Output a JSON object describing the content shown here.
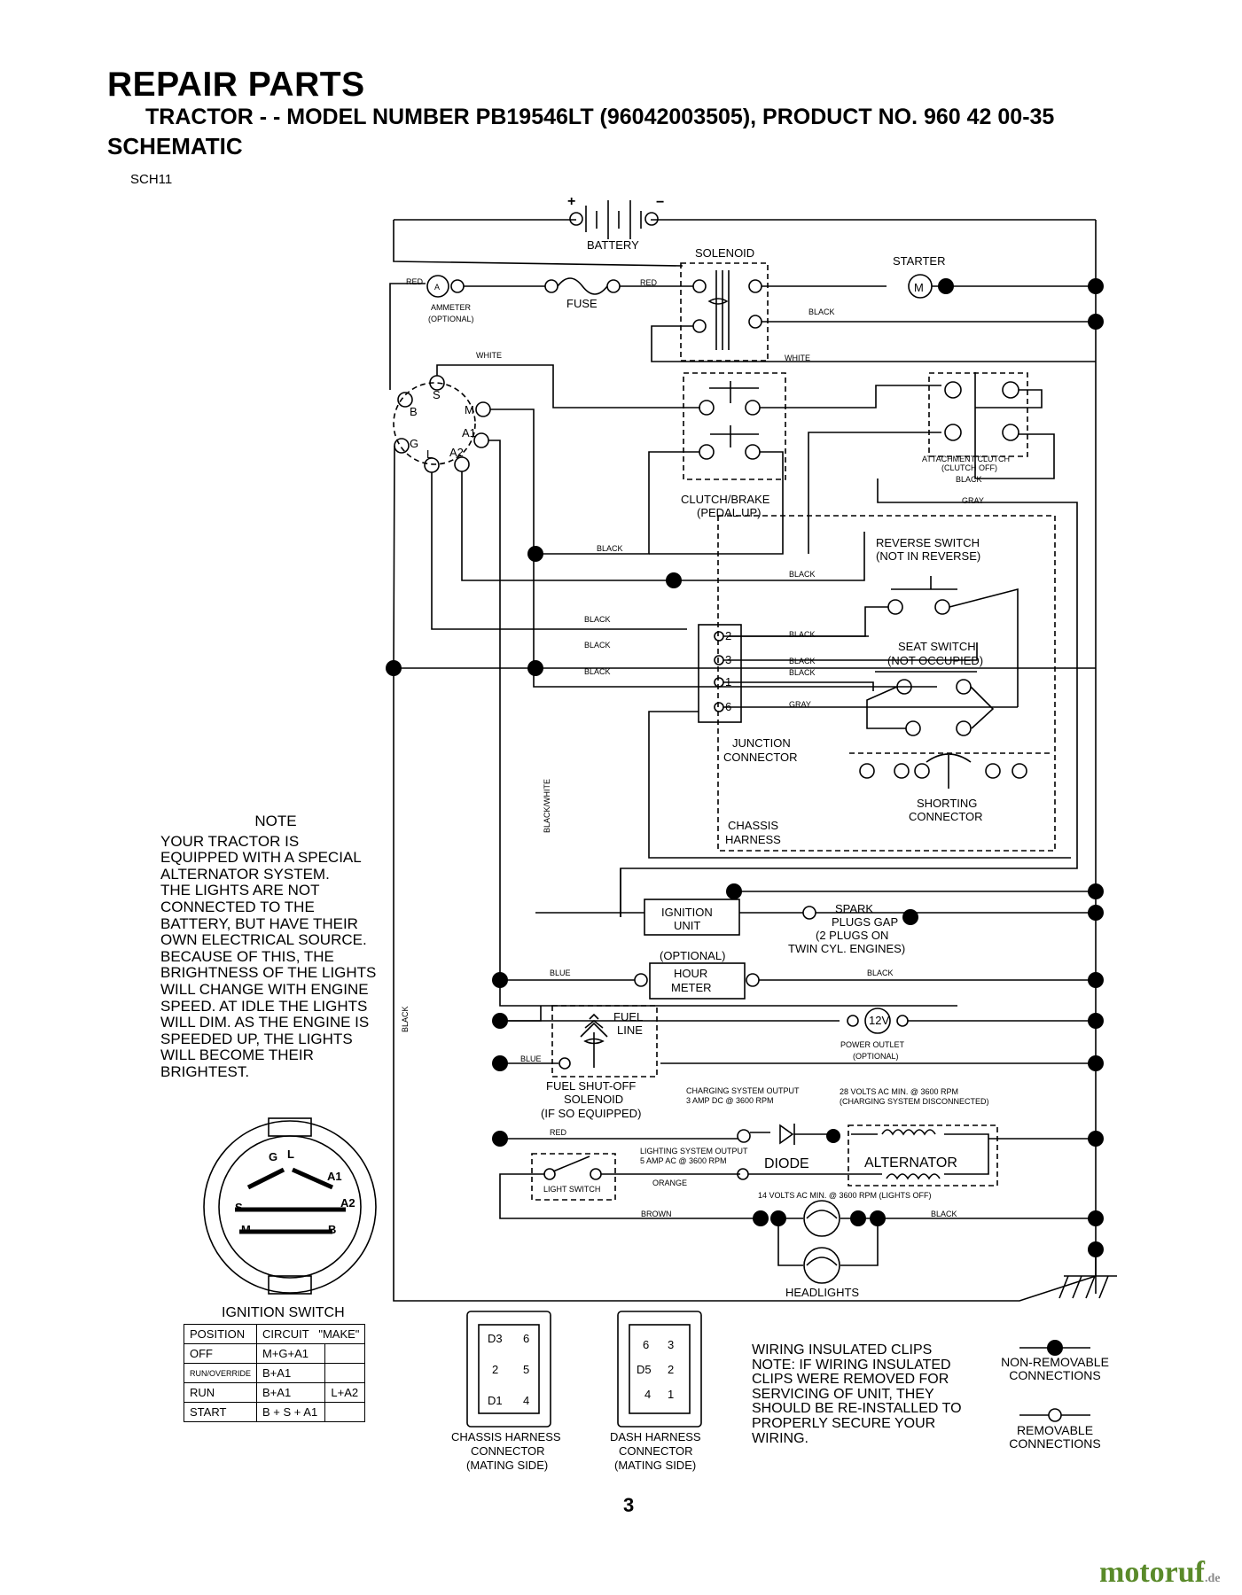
{
  "header": {
    "title": "REPAIR PARTS",
    "subtitle": "TRACTOR - - MODEL NUMBER PB19546LT (96042003505), PRODUCT NO. 960 42 00-35",
    "section": "SCHEMATIC",
    "code": "SCH11"
  },
  "labels": {
    "battery": "BATTERY",
    "plus": "+",
    "minus": "−",
    "solenoid": "SOLENOID",
    "starter": "STARTER",
    "motor": "M",
    "ammeter": "AMMETER",
    "optional": "(OPTIONAL)",
    "ammeter_letter": "A",
    "fuse": "FUSE",
    "red": "RED",
    "black": "BLACK",
    "white": "WHITE",
    "gray": "GRAY",
    "blue": "BLUE",
    "brown": "BROWN",
    "orange": "ORANGE",
    "black_white": "BLACK/WHITE",
    "clutch_brake": "CLUTCH/BRAKE",
    "pedal_up": "(PEDAL UP)",
    "attachment_clutch": "ATTACHMENT CLUTCH",
    "clutch_off": "(CLUTCH OFF)",
    "reverse_switch": "REVERSE SWITCH",
    "not_in_reverse": "(NOT IN REVERSE)",
    "seat_switch": "SEAT SWITCH",
    "not_occupied": "(NOT OCCUPIED)",
    "junction": "JUNCTION",
    "connector": "CONNECTOR",
    "shorting": "SHORTING",
    "chassis": "CHASSIS",
    "harness": "HARNESS",
    "ignition": "IGNITION",
    "unit": "UNIT",
    "spark": "SPARK",
    "plugs_gap": "PLUGS GAP",
    "two_plugs": "(2 PLUGS ON",
    "twin_cyl": "TWIN CYL. ENGINES)",
    "hour": "HOUR",
    "meter": "METER",
    "optional_caps": "(OPTIONAL)",
    "fuel": "FUEL",
    "line": "LINE",
    "twelve_v": "12V",
    "power_outlet": "POWER OUTLET",
    "fuel_shutoff": "FUEL SHUT-OFF",
    "solenoid_lower": "SOLENOID",
    "if_so_equipped": "(IF SO EQUIPPED)",
    "charging_output": "CHARGING SYSTEM OUTPUT",
    "charging_amp": "3 AMP DC @ 3600 RPM",
    "volts28": "28 VOLTS AC MIN. @ 3600 RPM",
    "charging_disc": "(CHARGING SYSTEM DISCONNECTED)",
    "lighting_output": "LIGHTING SYSTEM OUTPUT",
    "lighting_amp": "5 AMP AC @ 3600 RPM",
    "diode": "DIODE",
    "alternator": "ALTERNATOR",
    "light_switch": "LIGHT SWITCH",
    "volts14": "14 VOLTS AC MIN. @ 3600 RPM (LIGHTS OFF)",
    "headlights": "HEADLIGHTS",
    "ign_switch": "IGNITION SWITCH",
    "chassis_harness_conn": "CHASSIS HARNESS",
    "dash_harness_conn": "DASH HARNESS",
    "connector_caps": "CONNECTOR",
    "mating_side": "(MATING SIDE)",
    "ign_letters": [
      "S",
      "M",
      "B",
      "G",
      "L",
      "A1",
      "A2"
    ],
    "junction_pins": [
      "2",
      "3",
      "1",
      "6"
    ],
    "chassis_pins": [
      "D3",
      "6",
      "2",
      "5",
      "D1",
      "4"
    ],
    "dash_pins": [
      "6",
      "3",
      "D5",
      "2",
      "4",
      "1"
    ],
    "switch_letters": [
      "G",
      "L",
      "A1",
      "A2",
      "S",
      "M",
      "B"
    ]
  },
  "note": {
    "title": "NOTE",
    "lines": [
      "YOUR TRACTOR IS",
      "EQUIPPED WITH A SPECIAL",
      "ALTERNATOR SYSTEM.",
      "THE LIGHTS ARE NOT",
      "CONNECTED TO THE",
      "BATTERY, BUT HAVE THEIR",
      "OWN ELECTRICAL SOURCE.",
      "BECAUSE OF THIS, THE",
      "BRIGHTNESS OF THE LIGHTS",
      "WILL CHANGE WITH ENGINE",
      "SPEED.  AT IDLE THE LIGHTS",
      "WILL DIM.  AS THE ENGINE IS",
      "SPEEDED UP, THE LIGHTS",
      "WILL BECOME THEIR",
      "BRIGHTEST."
    ]
  },
  "table": {
    "headers": [
      "POSITION",
      "CIRCUIT",
      "\"MAKE\""
    ],
    "rows": [
      {
        "position": "OFF",
        "circuit": "M+G+A1",
        "extra": ""
      },
      {
        "position": "RUN/OVERRIDE",
        "circuit": "B+A1",
        "extra": ""
      },
      {
        "position": "RUN",
        "circuit": "B+A1",
        "extra": "L+A2"
      },
      {
        "position": "START",
        "circuit": "B + S + A1",
        "extra": ""
      }
    ]
  },
  "warning": {
    "lines": [
      "WIRING INSULATED CLIPS",
      "NOTE: IF WIRING INSULATED",
      "CLIPS WERE REMOVED FOR",
      "SERVICING OF UNIT, THEY",
      "SHOULD BE RE-INSTALLED TO",
      "PROPERLY SECURE YOUR",
      "WIRING."
    ]
  },
  "legend": {
    "non_removable_1": "NON-REMOVABLE",
    "non_removable_2": "CONNECTIONS",
    "removable_1": "REMOVABLE",
    "removable_2": "CONNECTIONS"
  },
  "page_number": "3",
  "brand": {
    "name": "motoruf",
    "tld": ".de",
    "color": "#5a8a2a"
  }
}
